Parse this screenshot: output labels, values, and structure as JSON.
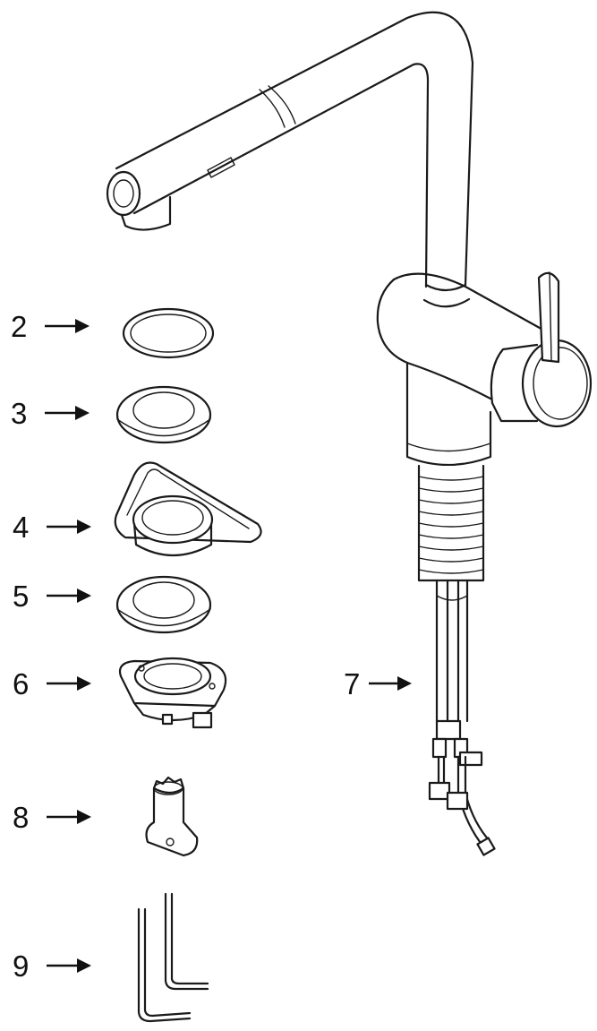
{
  "callouts": [
    {
      "id": "2",
      "label": "2"
    },
    {
      "id": "3",
      "label": "3"
    },
    {
      "id": "4",
      "label": "4"
    },
    {
      "id": "5",
      "label": "5"
    },
    {
      "id": "6",
      "label": "6"
    },
    {
      "id": "7",
      "label": "7"
    },
    {
      "id": "8",
      "label": "8"
    },
    {
      "id": "9",
      "label": "9"
    }
  ],
  "colors": {
    "line": "#1a1a1a",
    "background": "#ffffff"
  }
}
